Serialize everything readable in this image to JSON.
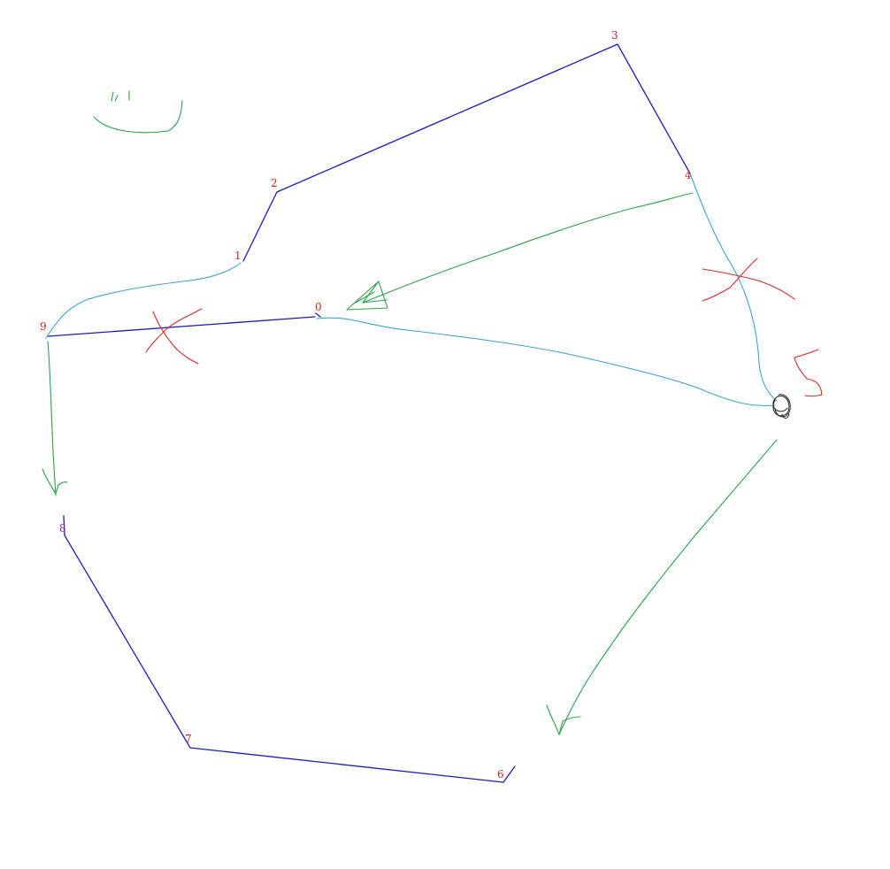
{
  "colors": {
    "polygon": "#1c1cb8",
    "trace": "#3aa3d8",
    "green": "#2aa24a",
    "red": "#d42a2a",
    "label": "#cc2222",
    "label_alt": "#8a2aa8",
    "scribble": "#222222"
  },
  "labels": [
    "0",
    "1",
    "2",
    "3",
    "4",
    "6",
    "7",
    "8",
    "9"
  ]
}
